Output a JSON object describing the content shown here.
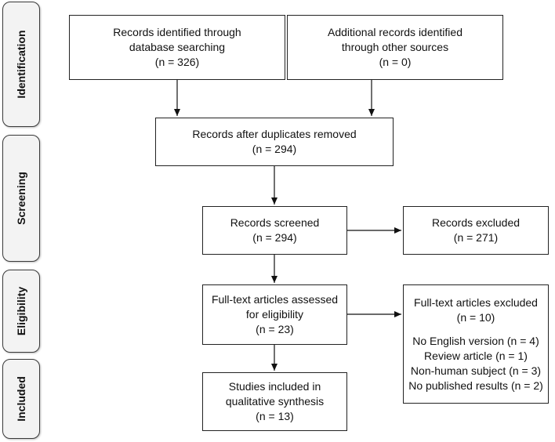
{
  "stages": {
    "identification": "Identification",
    "screening": "Screening",
    "eligibility": "Eligibility",
    "included": "Included"
  },
  "boxes": {
    "identified_database": [
      "Records identified through",
      "database searching",
      "(n = 326)"
    ],
    "identified_other": [
      "Additional records identified",
      "through other sources",
      "(n = 0)"
    ],
    "after_duplicates": [
      "Records after duplicates removed",
      "(n = 294)"
    ],
    "screened": [
      "Records screened",
      "(n = 294)"
    ],
    "excluded": [
      "Records excluded",
      "(n = 271)"
    ],
    "fulltext_assessed": [
      "Full-text articles assessed",
      "for eligibility",
      "(n = 23)"
    ],
    "fulltext_excluded": {
      "header": [
        "Full-text articles excluded",
        "(n = 10)"
      ],
      "reasons": [
        "No English version (n = 4)",
        "Review article (n = 1)",
        "Non-human subject (n = 3)",
        "No published results (n = 2)"
      ]
    },
    "included": [
      "Studies included in",
      "qualitative synthesis",
      "(n = 13)"
    ]
  }
}
